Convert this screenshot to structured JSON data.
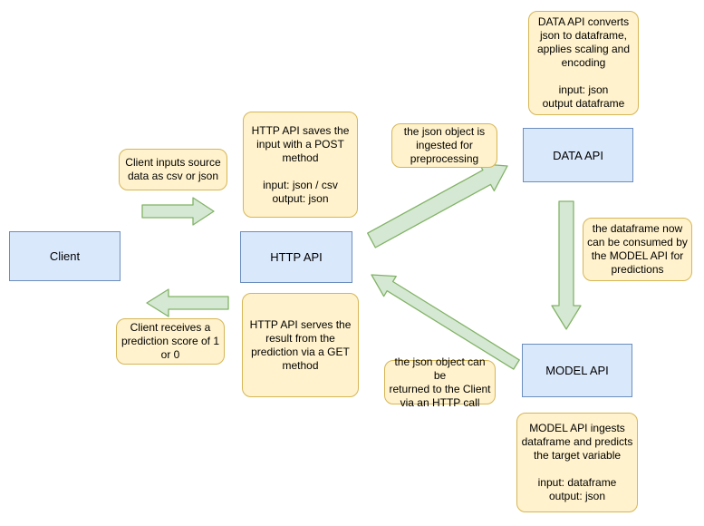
{
  "diagram": {
    "type": "flow-diagram",
    "nodes": [
      {
        "id": "client",
        "label": "Client"
      },
      {
        "id": "http-api",
        "label": "HTTP API"
      },
      {
        "id": "data-api",
        "label": "DATA API"
      },
      {
        "id": "model-api",
        "label": "MODEL API"
      }
    ],
    "notes": [
      {
        "id": "client-inputs",
        "text": "Client inputs source\ndata as csv or json"
      },
      {
        "id": "http-post",
        "text": "HTTP API saves the\ninput with a POST\nmethod\n\ninput: json / csv\noutput: json"
      },
      {
        "id": "json-ingested",
        "text": "the json object is\ningested for\npreprocessing"
      },
      {
        "id": "data-converts",
        "text": "DATA API  converts\njson to dataframe,\napplies scaling and\nencoding\n\ninput: json\noutput dataframe"
      },
      {
        "id": "dataframe-consumed",
        "text": "the dataframe now\ncan be consumed by\nthe MODEL API for\npredictions"
      },
      {
        "id": "client-receives",
        "text": "Client receives a\nprediction score of 1\nor 0"
      },
      {
        "id": "http-get",
        "text": "HTTP API  serves the\nresult from the\nprediction via a GET\nmethod"
      },
      {
        "id": "json-returned",
        "text": "the json object can be\nreturned to the Client\nvia an HTTP call"
      },
      {
        "id": "model-ingests",
        "text": "MODEL API ingests\ndataframe and predicts\nthe target variable\n\ninput: dataframe\noutput: json"
      }
    ],
    "arrows": [
      {
        "from": "client",
        "to": "http-api",
        "direction": "right"
      },
      {
        "from": "http-api",
        "to": "data-api",
        "direction": "up-right"
      },
      {
        "from": "data-api",
        "to": "model-api",
        "direction": "down"
      },
      {
        "from": "model-api",
        "to": "http-api",
        "direction": "up-left"
      },
      {
        "from": "http-api",
        "to": "client",
        "direction": "left"
      }
    ],
    "colors": {
      "node_fill": "#dae8fc",
      "node_stroke": "#6c8ebf",
      "note_fill": "#fff2cc",
      "note_stroke": "#d6b656",
      "arrow_fill": "#d5e8d4",
      "arrow_stroke": "#82b366",
      "background": "#ffffff",
      "text": "#000000"
    }
  }
}
